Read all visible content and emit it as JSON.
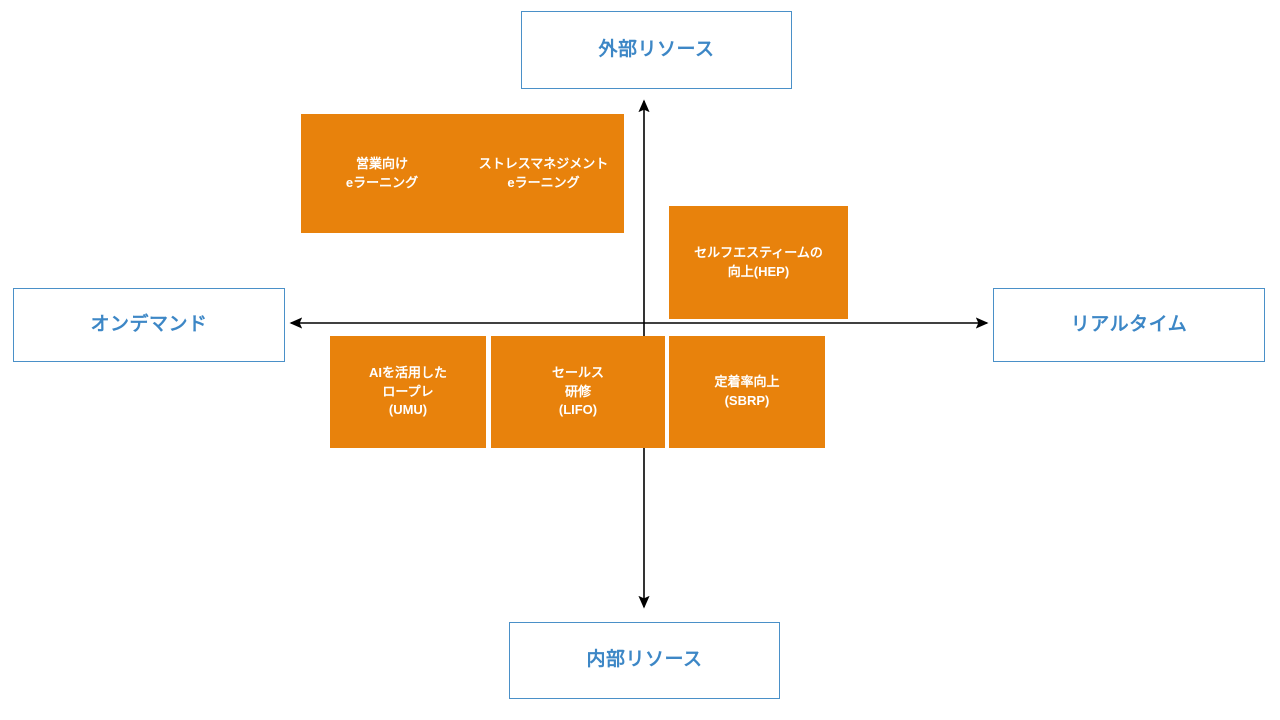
{
  "diagram": {
    "type": "2x2-matrix",
    "background_color": "#ffffff",
    "accent_orange": "#e8820c",
    "accent_blue": "#3d87c6",
    "axis_line_color": "#000000"
  },
  "axes": {
    "vertical": {
      "top_label": "外部リソース",
      "bottom_label": "内部リソース"
    },
    "horizontal": {
      "left_label": "オンデマンド",
      "right_label": "リアルタイム"
    }
  },
  "items": [
    {
      "id": "sales-elearning",
      "text": "営業向け\neラーニング",
      "quadrant": "upper-left"
    },
    {
      "id": "stress-elearning",
      "text": "ストレスマネジメント\neラーニング",
      "quadrant": "upper-left"
    },
    {
      "id": "hep",
      "text": "セルフエスティームの\n向上(HEP)",
      "quadrant": "upper-right"
    },
    {
      "id": "umu",
      "text": "AIを活用した\nロープレ\n(UMU)",
      "quadrant": "lower-left"
    },
    {
      "id": "lifo",
      "text": "セールス\n研修\n(LIFO)",
      "quadrant": "lower-left"
    },
    {
      "id": "sbrp",
      "text": "定着率向上\n(SBRP)",
      "quadrant": "lower-right"
    }
  ]
}
